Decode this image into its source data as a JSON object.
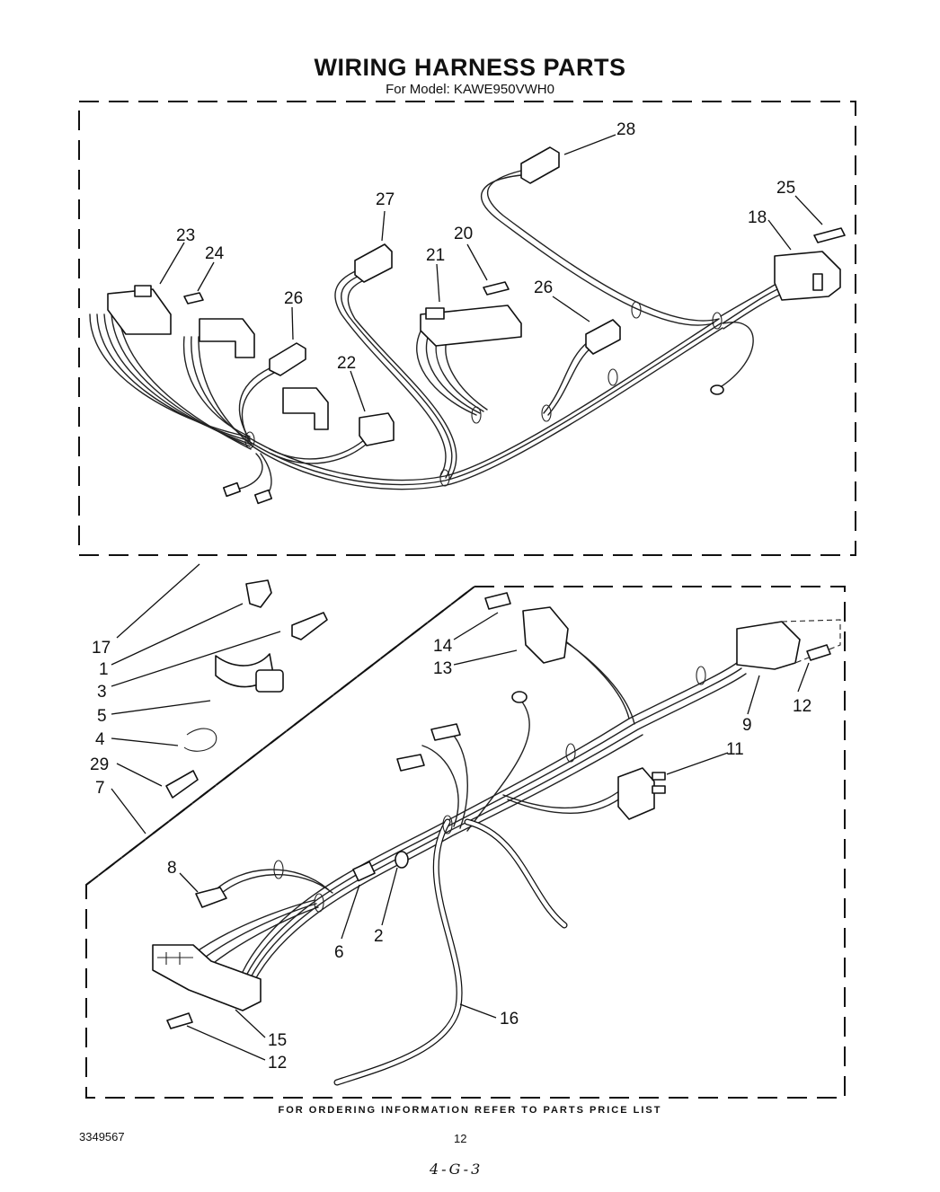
{
  "header": {
    "title": "WIRING HARNESS PARTS",
    "subtitle": "For Model: KAWE950VWH0"
  },
  "callouts": {
    "c28": "28",
    "c25": "25",
    "c18": "18",
    "c27": "27",
    "c23": "23",
    "c24": "24",
    "c20": "20",
    "c21": "21",
    "c26a": "26",
    "c26b": "26",
    "c22": "22",
    "c17": "17",
    "c1": "1",
    "c3": "3",
    "c5": "5",
    "c4": "4",
    "c29": "29",
    "c7": "7",
    "c14": "14",
    "c13": "13",
    "c12a": "12",
    "c9": "9",
    "c11": "11",
    "c8": "8",
    "c6": "6",
    "c2": "2",
    "c16": "16",
    "c15": "15",
    "c12b": "12"
  },
  "footer": {
    "ordering_note": "FOR ORDERING INFORMATION REFER TO PARTS PRICE LIST",
    "document_number": "3349567",
    "page_number": "12",
    "handwritten_note": "4-G-3"
  }
}
